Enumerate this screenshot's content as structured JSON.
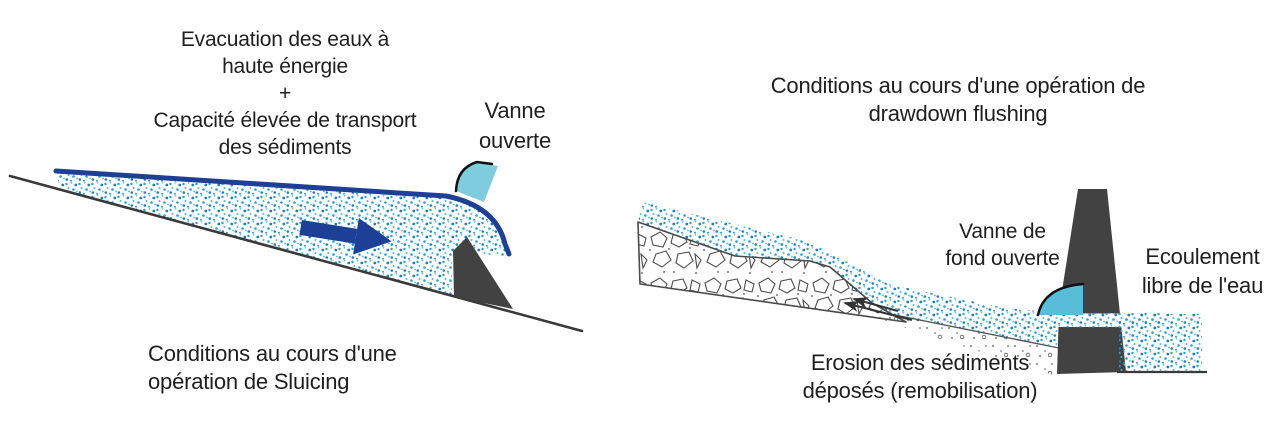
{
  "diagrams": {
    "sluicing": {
      "energy_annotation": [
        "Evacuation des eaux à",
        "haute énergie",
        "+",
        "Capacité élevée de transport",
        "des sédiments"
      ],
      "gate_label": [
        "Vanne",
        "ouverte"
      ],
      "caption": [
        "Conditions au cours d'une",
        "opération de Sluicing"
      ]
    },
    "drawdown_flushing": {
      "title": [
        "Conditions au cours d'une opération de",
        "drawdown flushing"
      ],
      "gate_label": [
        "Vanne de",
        "fond ouverte"
      ],
      "flow_label": [
        "Ecoulement",
        "libre de l'eau"
      ],
      "caption": [
        "Erosion des sédiments",
        "déposés (remobilisation)"
      ]
    }
  },
  "icons": {
    "flow_arrow": "arrow-right",
    "erosion_arrows": "arrows-left"
  },
  "colors": {
    "water_surface_navy": "#1e3f96",
    "arrow_navy": "#1e3f96",
    "water_dot_blue": "#2d9bd4",
    "gate_blue_left": "#7fccdf",
    "gate_blue_right": "#57bdd9",
    "dam_dark_gray": "#424242",
    "ground_line_gray": "#3a3a3a",
    "text_color": "#1f1f1f"
  }
}
